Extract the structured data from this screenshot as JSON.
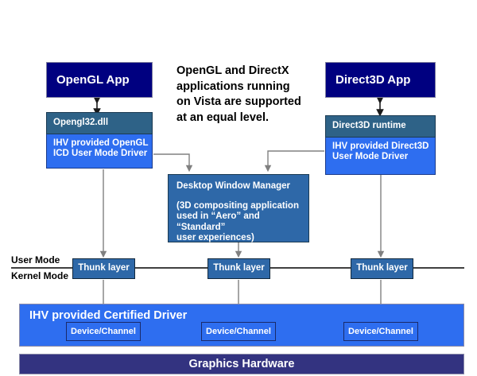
{
  "diagram": {
    "title_caption": {
      "lines": [
        "OpenGL and DirectX",
        "applications running",
        "on Vista are supported",
        "at an equal level."
      ]
    },
    "opengl_stack": {
      "app_label": "OpenGL App",
      "runtime_label": "Opengl32.dll",
      "driver_line1": "IHV provided OpenGL",
      "driver_line2": "ICD User Mode Driver"
    },
    "direct3d_stack": {
      "app_label": "Direct3D App",
      "runtime_label": "Direct3D runtime",
      "driver_line1": "IHV provided Direct3D",
      "driver_line2": "User Mode Driver"
    },
    "dwm": {
      "title": "Desktop Window Manager",
      "sub_line1": "(3D compositing application",
      "sub_line2": "used in “Aero” and “Standard”",
      "sub_line3": "user experiences)"
    },
    "mode_divider": {
      "upper_label": "User Mode",
      "lower_label": "Kernel Mode"
    },
    "thunk_layers": [
      {
        "label": "Thunk layer"
      },
      {
        "label": "Thunk layer"
      },
      {
        "label": "Thunk layer"
      }
    ],
    "certified_driver": {
      "label": "IHV provided Certified Driver",
      "devices": [
        {
          "label": "Device/Channel"
        },
        {
          "label": "Device/Channel"
        },
        {
          "label": "Device/Channel"
        }
      ]
    },
    "graphics_hardware": {
      "label": "Graphics Hardware"
    },
    "colors": {
      "app_navy": "#000080",
      "runtime_steel": "#2e6287",
      "driver_blue": "#2e6ef0",
      "dwm_blue": "#2e68a8",
      "thunk_blue": "#2e68a8",
      "hardware_navy": "#333380",
      "connector_gray": "#808080",
      "divider_black": "#000000",
      "background": "#ffffff"
    }
  }
}
